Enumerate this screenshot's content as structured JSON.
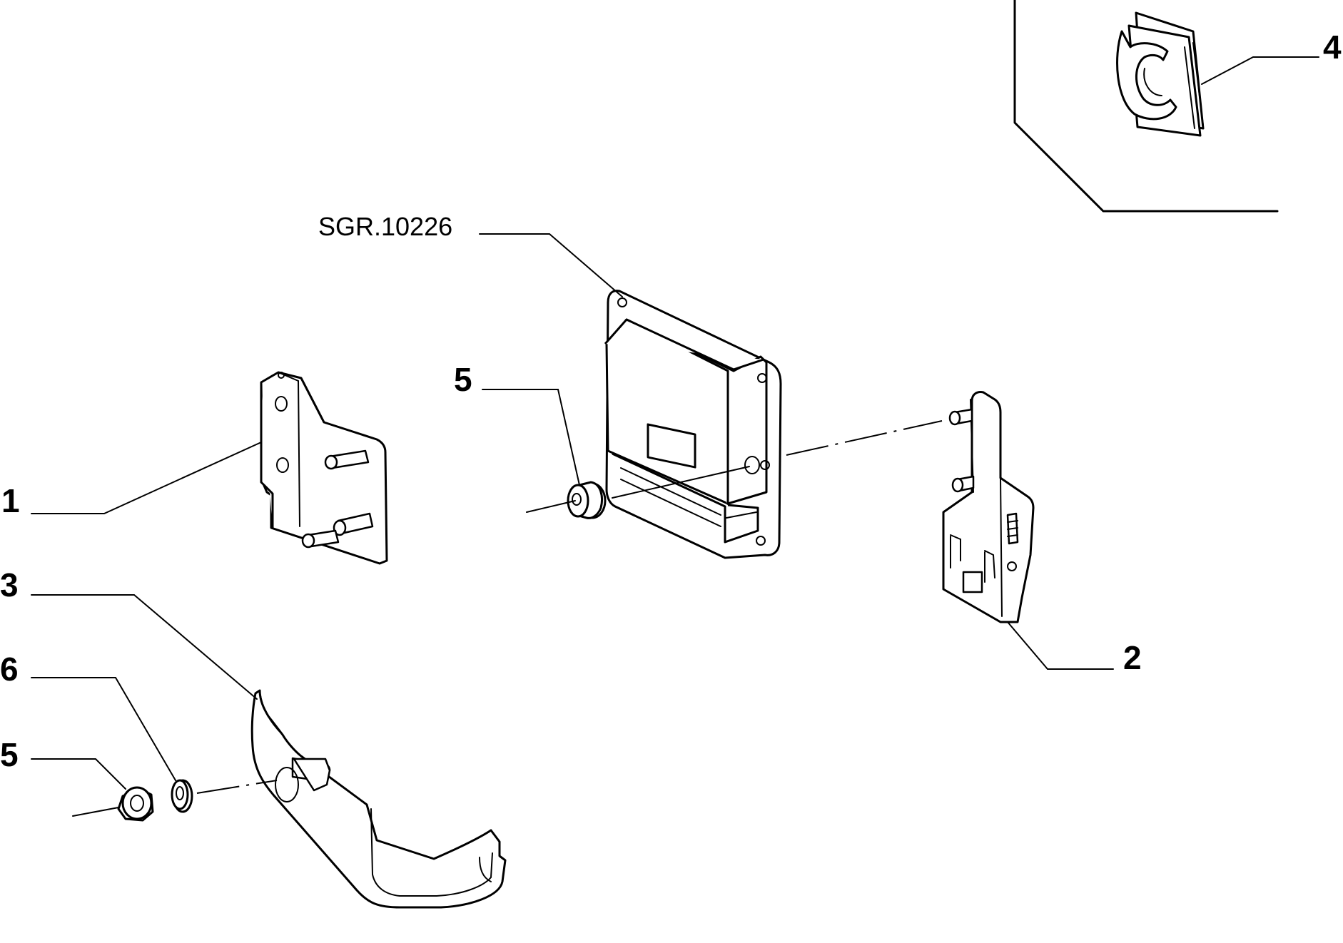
{
  "reference_label": "SGR.10226",
  "callouts": {
    "c1": "1",
    "c2": "2",
    "c3": "3",
    "c4": "4",
    "c5_top": "5",
    "c5_bottom": "5",
    "c6": "6"
  },
  "colors": {
    "ink": "#000000",
    "background": "#ffffff"
  }
}
